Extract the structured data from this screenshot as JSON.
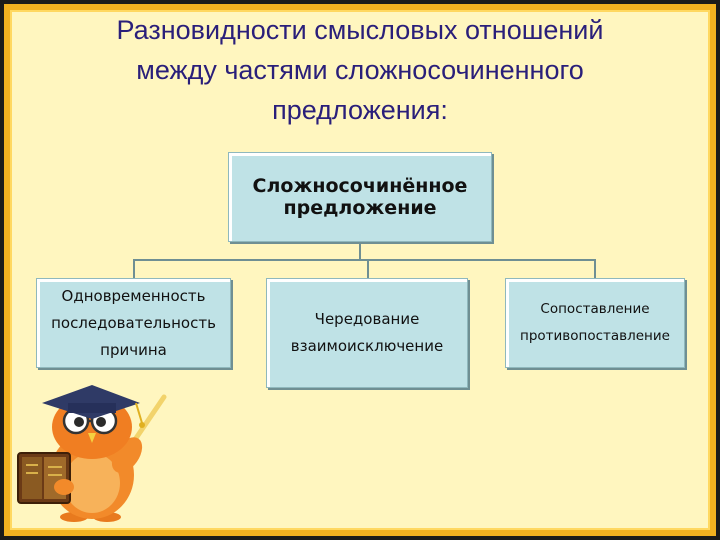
{
  "title": {
    "line1": "Разновидности смысловых отношений",
    "line2": "между частями сложносочиненного",
    "line3": "предложения:"
  },
  "diagram": {
    "root": {
      "line1": "Сложносочинённое",
      "line2": "предложение"
    },
    "children": [
      {
        "lines": [
          "Одновременность",
          "последовательность",
          "причина"
        ]
      },
      {
        "lines": [
          "Чередование",
          "взаимоисключение"
        ]
      },
      {
        "lines": [
          "Сопоставление",
          "противопоставление"
        ]
      }
    ]
  },
  "colors": {
    "background": "#fff6bf",
    "border": "#f0b020",
    "title_text": "#2a1f7a",
    "box_fill": "#bfe2e6"
  },
  "illustration": "owl-professor-with-book-and-pointer"
}
